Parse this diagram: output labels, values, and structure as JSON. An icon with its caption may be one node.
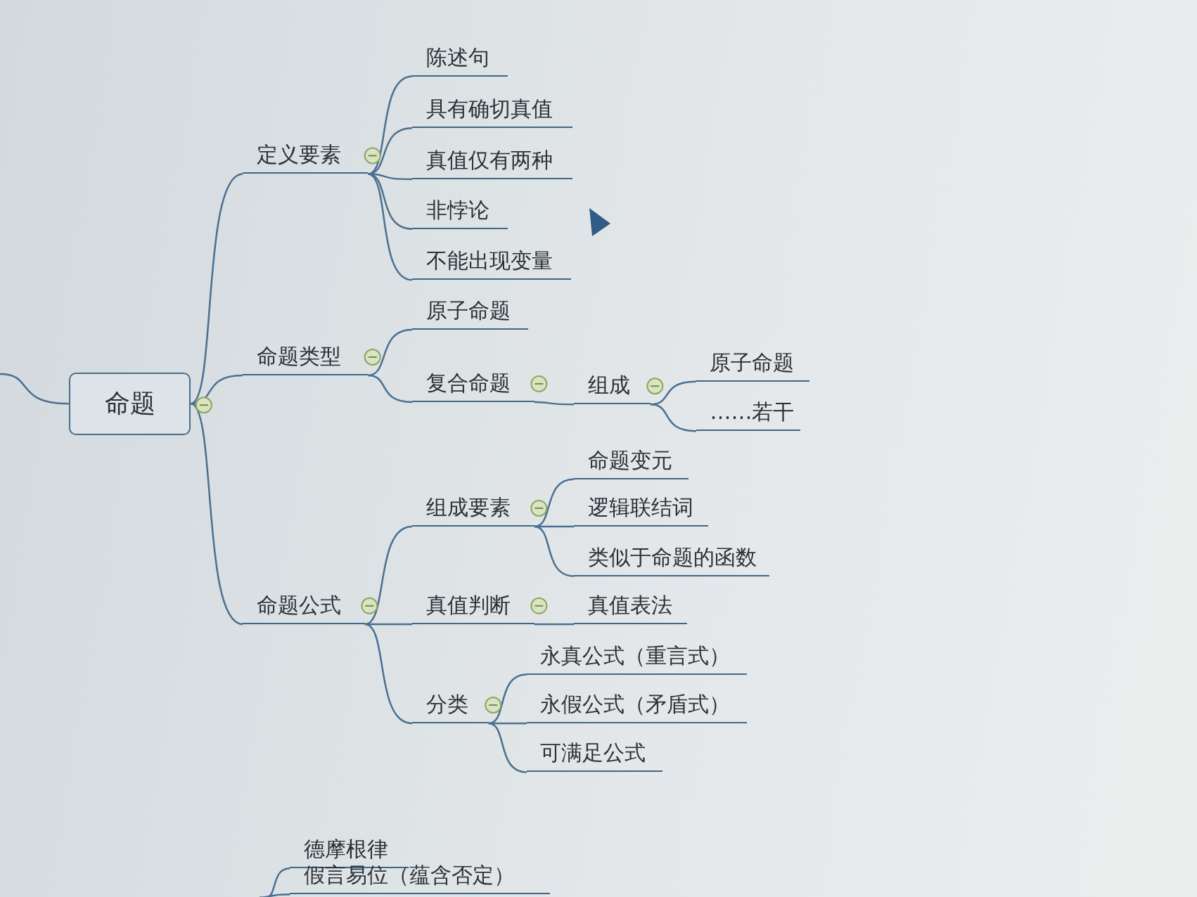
{
  "diagram": {
    "nodes": [
      {
        "text": [
          "命题"
        ]
      },
      {
        "text": [
          "定义要素"
        ]
      },
      {
        "text": [
          "陈述句"
        ]
      },
      {
        "text": [
          "具有确切真值"
        ]
      },
      {
        "text": [
          "真值仅有两种"
        ]
      },
      {
        "text": [
          "非悖论"
        ]
      },
      {
        "text": [
          "不能出现变量"
        ]
      },
      {
        "text": [
          "命题类型"
        ]
      },
      {
        "text": [
          "原子命题"
        ]
      },
      {
        "text": [
          "复合命题"
        ]
      },
      {
        "text": [
          "组成"
        ]
      },
      {
        "text": [
          "原子命题"
        ]
      },
      {
        "text": [
          "……若干"
        ]
      },
      {
        "text": [
          "命题公式"
        ]
      },
      {
        "text": [
          "组成要素"
        ]
      },
      {
        "text": [
          "命题变元"
        ]
      },
      {
        "text": [
          "逻辑联结词"
        ]
      },
      {
        "text": [
          "类似于命题的函数"
        ]
      },
      {
        "text": [
          "真值判断"
        ]
      },
      {
        "text": [
          "真值表法"
        ]
      },
      {
        "text": [
          "分类"
        ]
      },
      {
        "text": [
          "永真公式（重言式）"
        ]
      },
      {
        "text": [
          "永假公式（矛盾式）"
        ]
      },
      {
        "text": [
          "可满足公式"
        ]
      },
      {
        "text": [
          "德摩根律"
        ]
      },
      {
        "text": [
          "假言易位（蕴含否定）"
        ]
      }
    ],
    "edges": [
      {
        "from": null,
        "to": 0,
        "arrow": "none"
      },
      {
        "from": 0,
        "to": 1,
        "arrow": "none"
      },
      {
        "from": 0,
        "to": 7,
        "arrow": "none"
      },
      {
        "from": 0,
        "to": 13,
        "arrow": "none"
      },
      {
        "from": 1,
        "to": 2,
        "arrow": "none"
      },
      {
        "from": 1,
        "to": 3,
        "arrow": "none"
      },
      {
        "from": 1,
        "to": 4,
        "arrow": "none"
      },
      {
        "from": 1,
        "to": 5,
        "arrow": "none"
      },
      {
        "from": 1,
        "to": 6,
        "arrow": "none"
      },
      {
        "from": 7,
        "to": 8,
        "arrow": "none"
      },
      {
        "from": 7,
        "to": 9,
        "arrow": "none"
      },
      {
        "from": 9,
        "to": 10,
        "arrow": "none"
      },
      {
        "from": 10,
        "to": 11,
        "arrow": "none"
      },
      {
        "from": 10,
        "to": 12,
        "arrow": "none"
      },
      {
        "from": 13,
        "to": 14,
        "arrow": "none"
      },
      {
        "from": 13,
        "to": 18,
        "arrow": "none"
      },
      {
        "from": 13,
        "to": 20,
        "arrow": "none"
      },
      {
        "from": 14,
        "to": 15,
        "arrow": "none"
      },
      {
        "from": 14,
        "to": 16,
        "arrow": "none"
      },
      {
        "from": 14,
        "to": 17,
        "arrow": "none"
      },
      {
        "from": 18,
        "to": 19,
        "arrow": "none"
      },
      {
        "from": 20,
        "to": 21,
        "arrow": "none"
      },
      {
        "from": 20,
        "to": 22,
        "arrow": "none"
      },
      {
        "from": 20,
        "to": 23,
        "arrow": "none"
      },
      {
        "from": null,
        "to": 24,
        "arrow": "none"
      },
      {
        "from": null,
        "to": 25,
        "arrow": "none"
      }
    ]
  }
}
